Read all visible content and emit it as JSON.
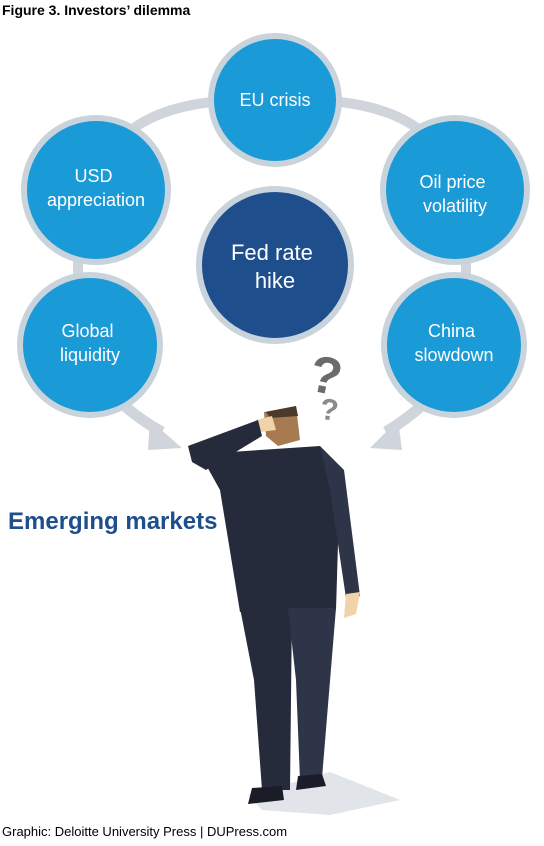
{
  "figure_title": "Figure 3. Investors’ dilemma",
  "nodes": {
    "eu_crisis": [
      "EU crisis"
    ],
    "usd_appreciation": [
      "USD",
      "appreciation"
    ],
    "oil_price_volatility": [
      "Oil price",
      "volatility"
    ],
    "fed_rate_hike": [
      "Fed rate",
      "hike"
    ],
    "global_liquidity": [
      "Global",
      "liquidity"
    ],
    "china_slowdown": [
      "China",
      "slowdown"
    ]
  },
  "emerging_markets_label": "Emerging markets",
  "credit": "Graphic: Deloitte University Press  |  DUPress.com",
  "colors": {
    "outer_circle": "#1a9ad6",
    "outer_ring": "#c9d3dc",
    "center_circle": "#1f4e8c",
    "connector": "#cfd5db",
    "title_text": "#1f4e8c",
    "suit": "#262b3c",
    "question_mark": "#6b6b6b"
  }
}
